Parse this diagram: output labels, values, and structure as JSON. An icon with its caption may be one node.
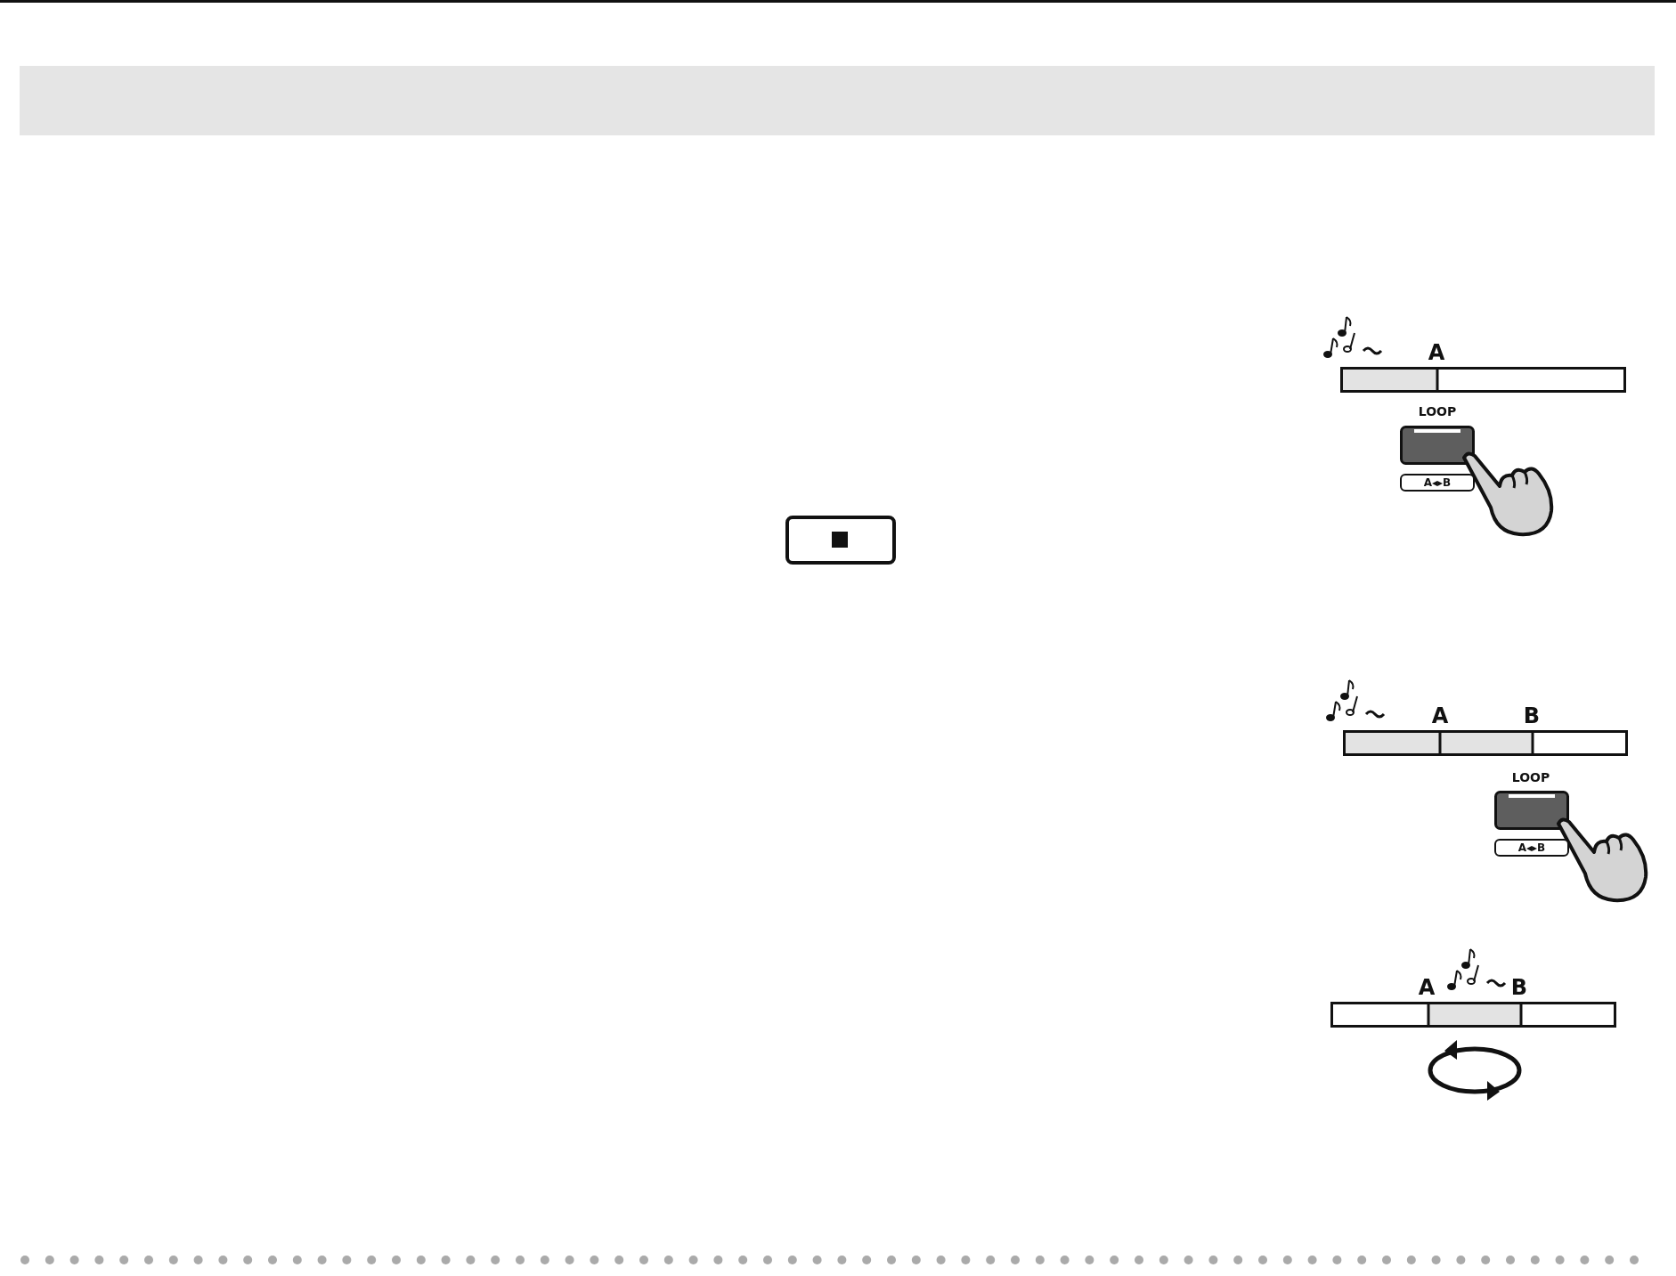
{
  "diagram": {
    "labels": [
      "A",
      "LOOP",
      "A◂▸B",
      "A",
      "B",
      "LOOP",
      "A◂▸B",
      "A",
      "B"
    ]
  }
}
